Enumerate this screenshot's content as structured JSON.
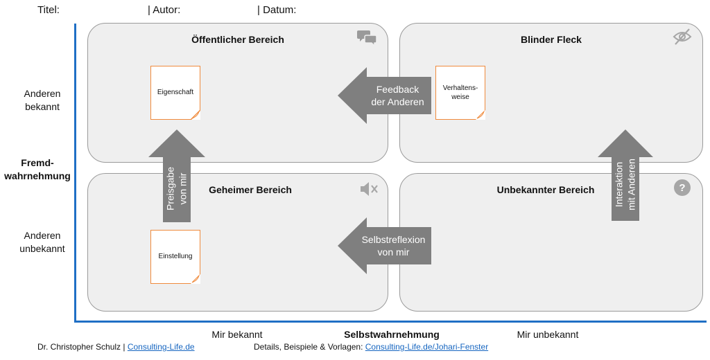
{
  "header": {
    "title_label": "Titel:",
    "author_label": "| Autor:",
    "date_label": "| Datum:"
  },
  "axes": {
    "y_title": "Fremd-\nwahrnehmung",
    "y_top": "Anderen\nbekannt",
    "y_bottom": "Anderen\nunbekannt",
    "x_title": "Selbstwahrnehmung",
    "x_left": "Mir bekannt",
    "x_right": "Mir unbekannt",
    "axis_color": "#1f6fc5"
  },
  "quadrants": {
    "public": {
      "title": "Öffentlicher Bereich",
      "icon": "chat-bubbles-icon",
      "note": "Eigenschaft"
    },
    "blind": {
      "title": "Blinder Fleck",
      "icon": "eye-slash-icon",
      "note": "Verhaltens-\nweise"
    },
    "hidden": {
      "title": "Geheimer Bereich",
      "icon": "speaker-mute-icon",
      "note": "Einstellung"
    },
    "unknown": {
      "title": "Unbekannter Bereich",
      "icon": "question-circle-icon"
    }
  },
  "arrows": {
    "feedback": "Feedback\nder Anderen",
    "self_reflection": "Selbstreflexion\nvon mir",
    "disclosure": "Preisgabe\nvon mir",
    "interaction": "Interaktion\nmit Anderen"
  },
  "colors": {
    "quadrant_fill": "#efefef",
    "arrow_fill": "#7f7f7f",
    "note_border": "#ef8a3c",
    "link": "#1565c0"
  },
  "footer": {
    "author_text": "Dr. Christopher Schulz | ",
    "author_link": "Consulting-Life.de",
    "details_text": "Details, Beispiele & Vorlagen: ",
    "details_link": "Consulting-Life.de/Johari-Fenster"
  }
}
